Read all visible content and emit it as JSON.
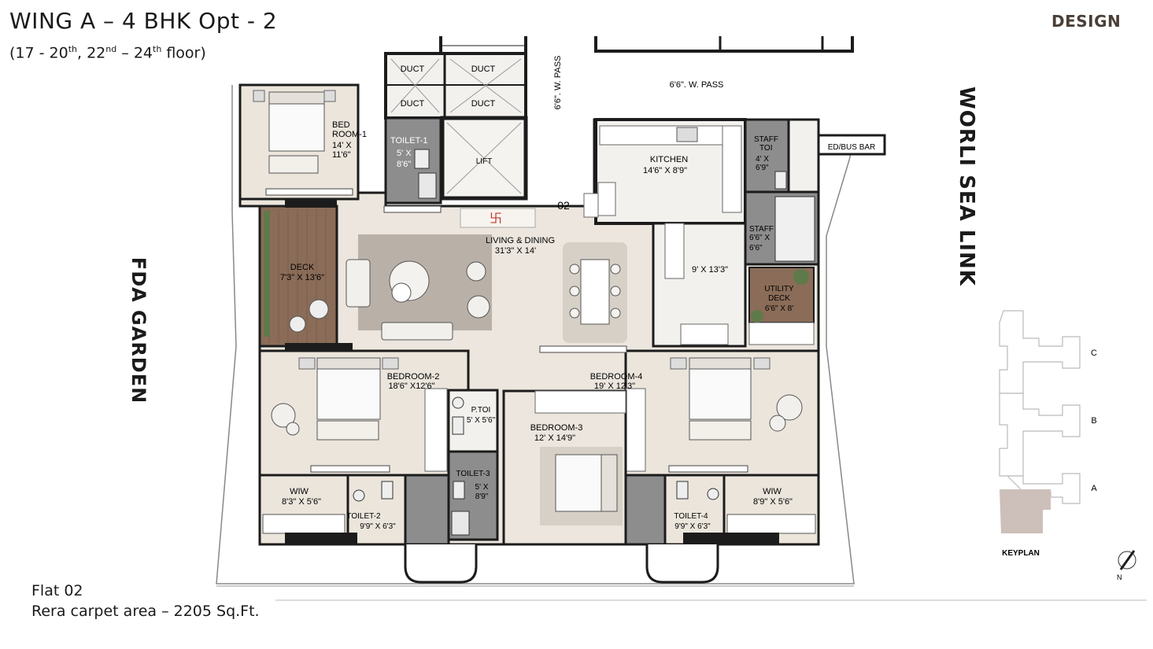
{
  "header": {
    "title": "WING A – 4 BHK Opt - 2",
    "subtitle_main": "(17 - 20",
    "subtitle_sup1": "th",
    "subtitle_mid": ", 22",
    "subtitle_sup2": "nd",
    "subtitle_dash": " – 24",
    "subtitle_sup3": "th",
    "subtitle_end": " floor)",
    "brand": "DESIGN"
  },
  "orientation": {
    "left_label": "FDA GARDEN",
    "right_label": "WORLI SEA LINK",
    "north": "N"
  },
  "rooms": {
    "duct1": "DUCT",
    "duct2": "DUCT",
    "duct3": "DUCT",
    "duct4": "DUCT",
    "lift": "LIFT",
    "wpass_vertical": "6'6\". W. PASS",
    "wpass_top": "6'6\". W. PASS",
    "bedroom1_name": "BED",
    "bedroom1_name2": "ROOM-1",
    "bedroom1_dim1": "14' X",
    "bedroom1_dim2": "11'6\"",
    "toilet1_name": "TOILET-1",
    "toilet1_dim1": "5' X",
    "toilet1_dim2": "8'6\"",
    "kitchen_name": "KITCHEN",
    "kitchen_dim": "14'6\" X 8'9\"",
    "staff_toi_name1": "STAFF",
    "staff_toi_name2": "TOI",
    "staff_toi_dim1": "4' X",
    "staff_toi_dim2": "6'9\"",
    "edbus_bar": "ED/BUS BAR",
    "flat_no": "02",
    "living_name": "LIVING & DINING",
    "living_dim": "31'3\" X 14'",
    "deck_name": "DECK",
    "deck_dim": "7'3\" X 13'6\"",
    "staff_name": "STAFF",
    "staff_dim1": "6'6\" X",
    "staff_dim2": "6'6\"",
    "pantry_dim": "9' X 13'3\"",
    "utility_name1": "UTILITY",
    "utility_name2": "DECK",
    "utility_dim": "6'6\" X 8'",
    "bedroom2_name": "BEDROOM-2",
    "bedroom2_dim": "18'6\" X12'6\"",
    "bedroom4_name": "BEDROOM-4",
    "bedroom4_dim": "19' X 12'3\"",
    "ptoi_name": "P.TOI",
    "ptoi_dim": "5' X 5'6\"",
    "bedroom3_name": "BEDROOM-3",
    "bedroom3_dim": "12' X 14'9\"",
    "wiw_left_name": "WIW",
    "wiw_left_dim": "8'3\" X 5'6\"",
    "toilet2_name": "TOILET-2",
    "toilet2_dim": "9'9\" X 6'3\"",
    "toilet3_name": "TOILET-3",
    "toilet3_dim1": "5' X",
    "toilet3_dim2": "8'9\"",
    "toilet4_name": "TOILET-4",
    "toilet4_dim": "9'9\" X 6'3\"",
    "wiw_right_name": "WIW",
    "wiw_right_dim": "8'9\" X 5'6\""
  },
  "keyplan": {
    "label": "KEYPLAN",
    "wing_a": "A",
    "wing_b": "B",
    "wing_c": "C"
  },
  "footer": {
    "flat": "Flat 02",
    "area": "Rera carpet area – 2205 Sq.Ft."
  },
  "colors": {
    "floor": "#ece6de",
    "wall": "#1c1c1c",
    "deck": "#8a6c58",
    "rug": "#b9b1a8",
    "toilet": "#8d8d8d",
    "keyplan_highlight": "#cdbfba"
  }
}
